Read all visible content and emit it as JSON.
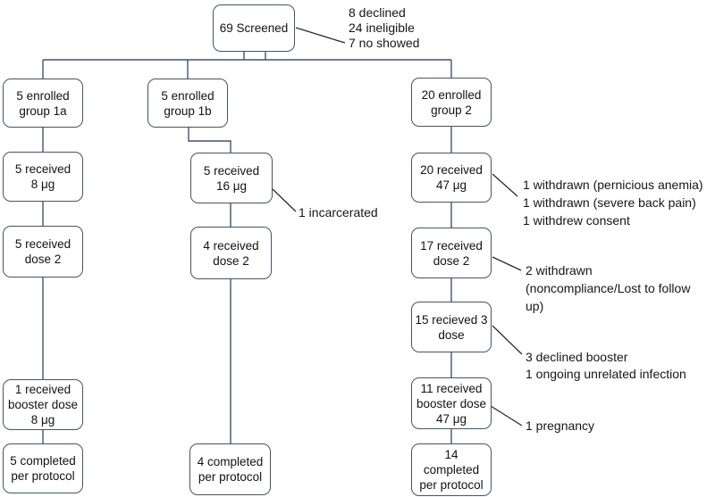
{
  "diagram": {
    "kind": "participant-flow-diagram",
    "colors": {
      "box_border": "#44546A",
      "connector_line": "#44546A",
      "leader_line": "#2b2b2b",
      "text": "#161616",
      "background": "#ffffff"
    },
    "boxes": {
      "screened": {
        "lines": [
          "69 Screened"
        ]
      },
      "l1_enrolled": {
        "lines": [
          "5 enrolled",
          "group 1a"
        ]
      },
      "l2_dose1": {
        "lines": [
          "5 received",
          "8 μg"
        ]
      },
      "l3_dose2": {
        "lines": [
          "5 received",
          "dose 2"
        ]
      },
      "l4_booster": {
        "lines": [
          "1 received",
          "booster dose",
          "8 μg"
        ]
      },
      "l5_completed": {
        "lines": [
          "5 completed",
          "per protocol"
        ]
      },
      "c1_enrolled": {
        "lines": [
          "5 enrolled",
          "group 1b"
        ]
      },
      "c2_dose1": {
        "lines": [
          "5 received",
          "16 μg"
        ]
      },
      "c3_dose2": {
        "lines": [
          "4 received",
          "dose 2"
        ]
      },
      "c4_completed": {
        "lines": [
          "4 completed",
          "per protocol"
        ]
      },
      "r1_enrolled": {
        "lines": [
          "20 enrolled",
          "group 2"
        ]
      },
      "r2_dose1": {
        "lines": [
          "20 received",
          "47 μg"
        ]
      },
      "r3_dose2": {
        "lines": [
          "17 received",
          "dose 2"
        ]
      },
      "r4_dose3": {
        "lines": [
          "15 recieved 3",
          "dose"
        ]
      },
      "r5_booster": {
        "lines": [
          "11 received",
          "booster dose",
          "47 μg"
        ]
      },
      "r6_completed": {
        "lines": [
          "14",
          "completed",
          "per protocol"
        ]
      }
    },
    "annotations": {
      "screening_exclusions": {
        "lines": [
          "8 declined",
          "24 ineligible",
          "7 no showed"
        ]
      },
      "group1b_dropout": {
        "lines": [
          "1 incarcerated"
        ]
      },
      "group2_dose1_withdrawals": {
        "lines": [
          "1 withdrawn (pernicious anemia)",
          "1 withdrawn (severe back pain)",
          "1 withdrew consent"
        ]
      },
      "group2_dose2_withdrawals": {
        "lines": [
          "2 withdrawn",
          "(noncompliance/Lost to follow",
          "up)"
        ]
      },
      "group2_booster_declines": {
        "lines": [
          "3 declined booster",
          "1 ongoing unrelated infection"
        ]
      },
      "group2_booster_withdrawal": {
        "lines": [
          "1 pregnancy"
        ]
      }
    }
  }
}
